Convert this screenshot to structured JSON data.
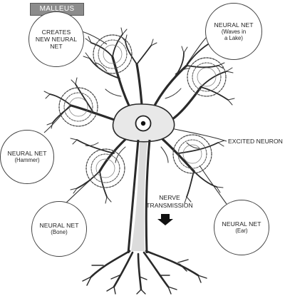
{
  "tag": {
    "label": "MALLEUS"
  },
  "bubbles": {
    "create": {
      "lines": [
        "CREATES",
        "NEW NEURAL",
        "NET"
      ]
    },
    "waves": {
      "title": "NEURAL NET",
      "lines": [
        "(Waves in",
        "a Lake)"
      ]
    },
    "hammer": {
      "title": "NEURAL NET",
      "sub": "(Hammer)"
    },
    "bone": {
      "title": "NEURAL NET",
      "sub": "(Bone)"
    },
    "ear": {
      "title": "NEURAL NET",
      "sub": "(Ear)"
    }
  },
  "labels": {
    "excited": "EXCITED NEURON",
    "nerve": [
      "NERVE",
      "TRANSMISSION"
    ]
  }
}
